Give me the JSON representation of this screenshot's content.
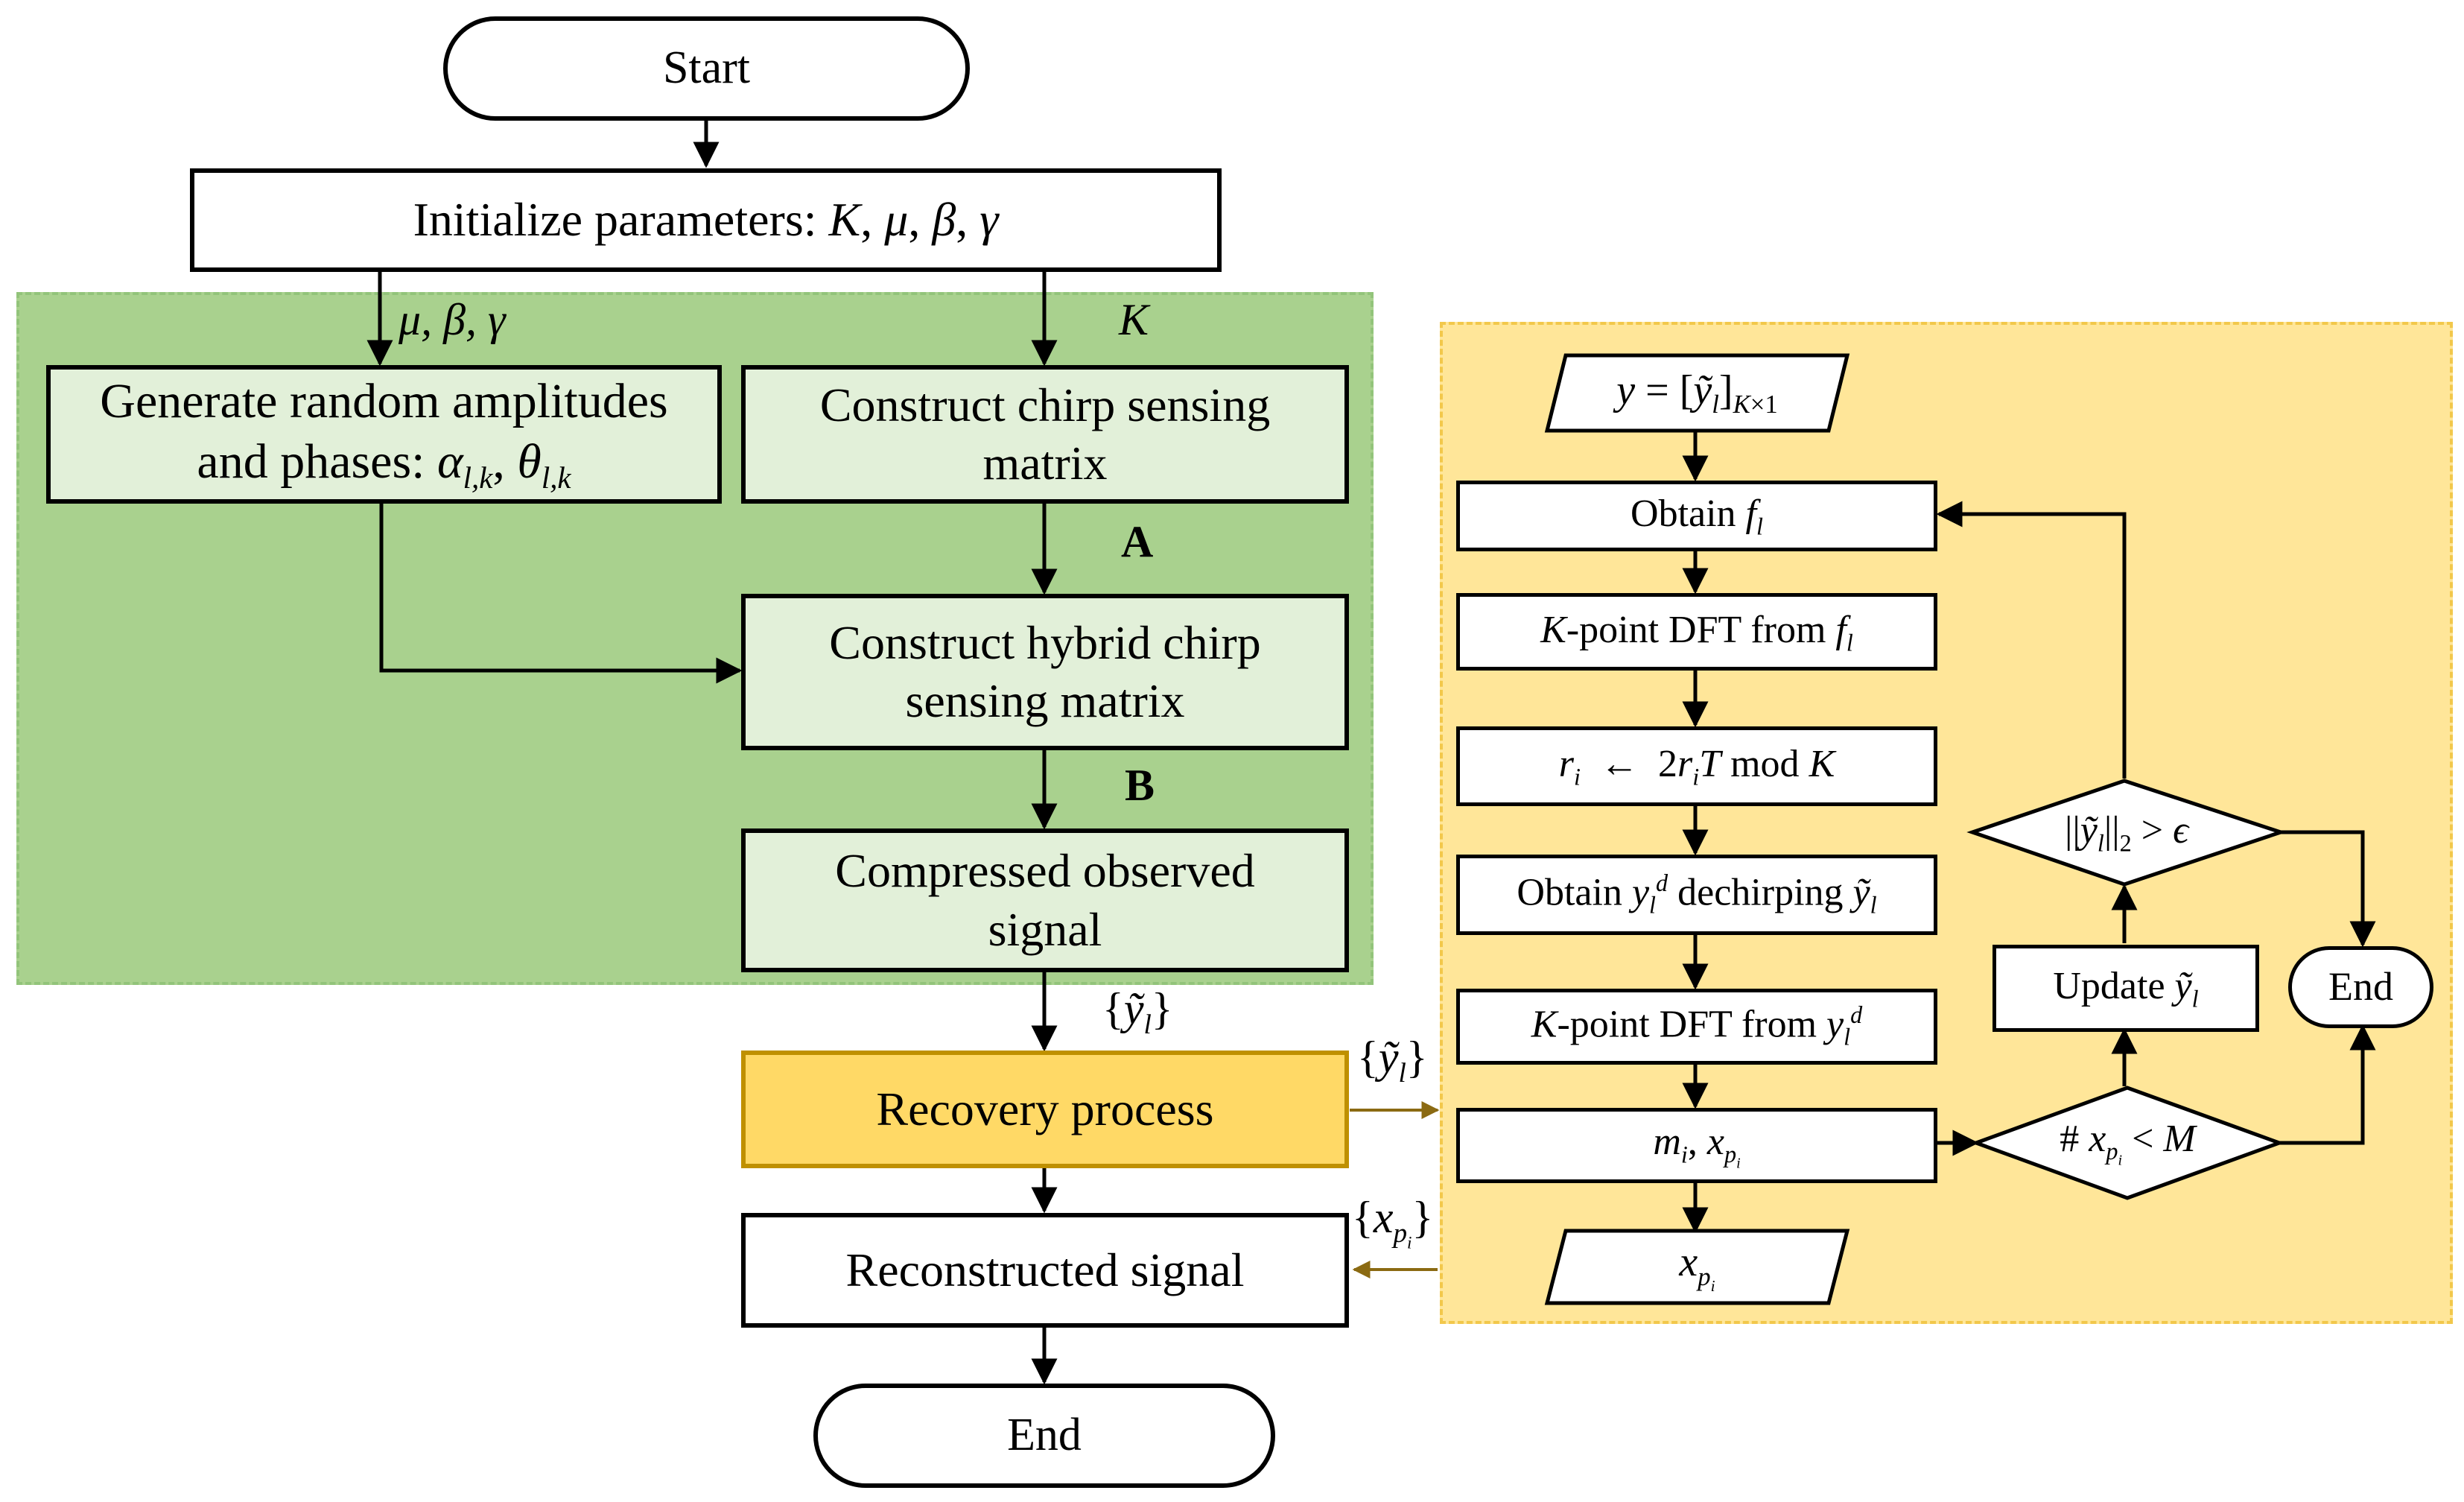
{
  "main": {
    "start": "Start",
    "init": {
      "text": "Initialize parameters: ",
      "math": "K, μ, β, γ"
    },
    "gen_random": {
      "line1": "Generate random amplitudes",
      "line2_text": "and phases: ",
      "line2_math": "α_{l,k}, θ_{l,k}"
    },
    "chirp": {
      "line1": "Construct chirp sensing",
      "line2": "matrix"
    },
    "hybrid": {
      "line1": "Construct hybrid chirp",
      "line2": "sensing matrix"
    },
    "compressed": {
      "line1": "Compressed observed",
      "line2": "signal"
    },
    "recovery": "Recovery process",
    "reconstructed": "Reconstructed signal",
    "end": "End"
  },
  "labels": {
    "mu_beta_gamma": "μ, β, γ",
    "K": "K",
    "A": "A",
    "B": "B",
    "y_tilde_set_1": "{ỹ_l}",
    "y_tilde_set_2": "{ỹ_l}",
    "x_p_set": "{x_{p_i}}"
  },
  "recovery_flow": {
    "input": "y = [ỹ_l]_{K×1}",
    "obtain_f": {
      "prefix": "Obtain ",
      "math": "f_l"
    },
    "dft_f": {
      "prefix": "K",
      "text": "-point DFT from ",
      "math": "f_l"
    },
    "update_r": {
      "left": "r_i",
      "arrow": "←",
      "right": "2r_iT",
      "mod": " mod ",
      "k": "K"
    },
    "dechirp": {
      "prefix": "Obtain ",
      "mid": " dechirping ",
      "math1": "y_l^d",
      "math2": "ỹ_l"
    },
    "dft_y": {
      "prefix": "K",
      "text": "-point DFT from ",
      "math": "y_l^d"
    },
    "m_x": "m_i, x_{p_i}",
    "output": "x_{p_i}",
    "cond_count": "# x_{p_i} < M",
    "update_y": {
      "prefix": "Update ",
      "math": "ỹ_l"
    },
    "cond_norm": "||ỹ_l||_2 > ε",
    "end": "End"
  },
  "colors": {
    "green_panel": "#a9d18e",
    "light_green_box": "#e2f0d9",
    "yellow_panel": "#ffe699",
    "recovery_box": "#ffd966",
    "recovery_border": "#bf9000",
    "brown_arrow": "#8b6a12"
  }
}
